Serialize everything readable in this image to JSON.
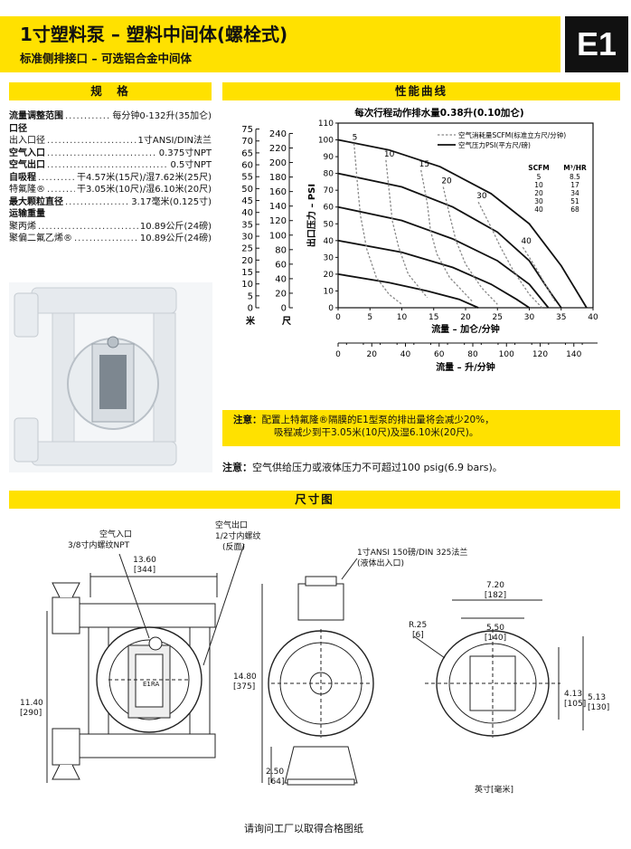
{
  "header": {
    "title": "1寸塑料泵 – 塑料中间体(螺栓式)",
    "subtitle": "标准侧排接口 – 可选铝合金中间体",
    "badge": "E1"
  },
  "specs_section": {
    "heading": "规　格",
    "rows": [
      {
        "label": "流量调整范围",
        "value": "每分钟0-132升(35加仑)",
        "bold": true
      },
      {
        "label": "口径",
        "value": "",
        "bold": true
      },
      {
        "label": "出入口径",
        "value": "1寸ANSI/DIN法兰",
        "bold": false
      },
      {
        "label": "空气入口",
        "value": "0.375寸NPT",
        "bold": true
      },
      {
        "label": "空气出口",
        "value": "0.5寸NPT",
        "bold": true
      },
      {
        "label": "自吸程",
        "value": "干4.57米(15尺)/湿7.62米(25尺)",
        "bold": true
      },
      {
        "label": "特氟隆®",
        "value": "干3.05米(10尺)/湿6.10米(20尺)",
        "bold": false
      },
      {
        "label": "最大颗粒直径",
        "value": "3.17毫米(0.125寸)",
        "bold": true
      },
      {
        "label": "运输重量",
        "value": "",
        "bold": true
      },
      {
        "label": "聚丙烯",
        "value": "10.89公斤(24磅)",
        "bold": false
      },
      {
        "label": "聚偏二氟乙烯®",
        "value": "10.89公斤(24磅)",
        "bold": false
      }
    ]
  },
  "performance_section": {
    "heading": "性能曲线",
    "chart_title": "每次行程动作排水量0.38升(0.10加仑)",
    "left_axis_m_label": "米",
    "left_axis_ft_label": "尺",
    "left_axis_m_ticks": [
      "75",
      "70",
      "65",
      "60",
      "55",
      "50",
      "45",
      "40",
      "35",
      "30",
      "25",
      "20",
      "15",
      "10",
      "5",
      "0"
    ],
    "left_axis_ft_ticks": [
      "240",
      "220",
      "200",
      "180",
      "160",
      "140",
      "120",
      "100",
      "80",
      "60",
      "40",
      "20",
      "0"
    ],
    "legend": {
      "air_consumption": "空气消耗量SCFM(标准立方尺/分钟)",
      "air_pressure": "空气压力PSI(平方尺/磅)"
    },
    "scfm_table": {
      "headers": [
        "SCFM",
        "M³/HR"
      ],
      "rows": [
        [
          "5",
          "8.5"
        ],
        [
          "10",
          "17"
        ],
        [
          "20",
          "34"
        ],
        [
          "30",
          "51"
        ],
        [
          "40",
          "68"
        ]
      ]
    },
    "lpm_xlabel": "流量 – 升/分钟",
    "lpm_ticks": [
      "0",
      "20",
      "40",
      "60",
      "80",
      "100",
      "120",
      "140"
    ]
  },
  "chart_data": {
    "type": "line",
    "title": "每次行程动作排水量0.38升(0.10加仑)",
    "xlabel": "流量 – 加仑/分钟",
    "ylabel": "出口压力 – PSI",
    "xlim": [
      0,
      40
    ],
    "ylim": [
      0,
      110
    ],
    "xticks": [
      "0",
      "5",
      "10",
      "15",
      "20",
      "25",
      "30",
      "35",
      "40"
    ],
    "yticks": [
      "0",
      "10",
      "20",
      "30",
      "40",
      "50",
      "60",
      "70",
      "80",
      "90",
      "100",
      "110"
    ],
    "series": [
      {
        "name": "100",
        "kind": "pressure",
        "points": [
          [
            0,
            100
          ],
          [
            8,
            94
          ],
          [
            16,
            84
          ],
          [
            24,
            68
          ],
          [
            30,
            50
          ],
          [
            35,
            25
          ],
          [
            39,
            0
          ]
        ]
      },
      {
        "name": "80",
        "kind": "pressure",
        "points": [
          [
            0,
            80
          ],
          [
            10,
            72
          ],
          [
            18,
            60
          ],
          [
            25,
            45
          ],
          [
            30,
            28
          ],
          [
            33.5,
            8
          ],
          [
            35,
            0
          ]
        ]
      },
      {
        "name": "60",
        "kind": "pressure",
        "points": [
          [
            0,
            60
          ],
          [
            10,
            52
          ],
          [
            18,
            41
          ],
          [
            25,
            28
          ],
          [
            30,
            14
          ],
          [
            33,
            0
          ]
        ]
      },
      {
        "name": "40",
        "kind": "pressure",
        "points": [
          [
            0,
            40
          ],
          [
            10,
            33
          ],
          [
            18,
            24
          ],
          [
            24,
            14
          ],
          [
            28,
            5
          ],
          [
            30,
            0
          ]
        ]
      },
      {
        "name": "20",
        "kind": "pressure",
        "points": [
          [
            0,
            20
          ],
          [
            8,
            15
          ],
          [
            14,
            10
          ],
          [
            19,
            5
          ],
          [
            22,
            0
          ]
        ]
      },
      {
        "name": "5",
        "kind": "scfm",
        "points": [
          [
            2.5,
            98
          ],
          [
            3,
            75
          ],
          [
            3.5,
            55
          ],
          [
            4.5,
            35
          ],
          [
            6,
            18
          ],
          [
            8,
            8
          ],
          [
            10,
            2
          ]
        ]
      },
      {
        "name": "10",
        "kind": "scfm",
        "points": [
          [
            7.5,
            88
          ],
          [
            8,
            70
          ],
          [
            8.5,
            52
          ],
          [
            9.5,
            36
          ],
          [
            11,
            20
          ],
          [
            14,
            6
          ]
        ]
      },
      {
        "name": "15",
        "kind": "scfm",
        "points": [
          [
            13,
            82
          ],
          [
            14,
            62
          ],
          [
            14.5,
            46
          ],
          [
            15.5,
            32
          ],
          [
            17.5,
            18
          ],
          [
            21,
            4
          ]
        ]
      },
      {
        "name": "20",
        "kind": "scfm",
        "points": [
          [
            16.5,
            72
          ],
          [
            17.5,
            55
          ],
          [
            18.5,
            40
          ],
          [
            20,
            26
          ],
          [
            22.5,
            12
          ],
          [
            25,
            2
          ]
        ]
      },
      {
        "name": "30",
        "kind": "scfm",
        "points": [
          [
            22,
            63
          ],
          [
            24,
            48
          ],
          [
            25.5,
            36
          ],
          [
            27.5,
            22
          ],
          [
            30,
            8
          ],
          [
            32,
            0
          ]
        ]
      },
      {
        "name": "40",
        "kind": "scfm",
        "points": [
          [
            29,
            36
          ],
          [
            31,
            24
          ],
          [
            32.5,
            14
          ],
          [
            34,
            4
          ]
        ]
      }
    ]
  },
  "notes": {
    "note1_label": "注意：",
    "note1_line1": "配置上特氟隆®隔膜的E1型泵的排出量将会减少20%，",
    "note1_line2": "吸程减少到干3.05米(10尺)及湿6.10米(20尺)。",
    "note2_label": "注意：",
    "note2_text": "空气供给压力或液体压力不可超过100 psig(6.9 bars)。"
  },
  "dimensions_section": {
    "heading": "尺寸图",
    "air_inlet_label": "空气入口",
    "air_inlet_thread": "3/8寸内螺纹NPT",
    "air_outlet_label": "空气出口",
    "air_outlet_thread": "1/2寸内螺纹",
    "air_outlet_side": "(反面)",
    "flange_label": "1寸ANSI 150磅/DIN 325法兰",
    "flange_sub": "(液体出入口)",
    "dim_width": "13.60",
    "dim_width_mm": "[344]",
    "dim_height": "11.40",
    "dim_height_mm": "[290]",
    "dim_front_height": "14.80",
    "dim_front_height_mm": "[375]",
    "dim_base": "2.50",
    "dim_base_mm": "[64]",
    "dim_r": "R.25",
    "dim_r_mm": "[6]",
    "dim_side_w1": "7.20",
    "dim_side_w1_mm": "[182]",
    "dim_side_w2": "5.50",
    "dim_side_w2_mm": "[140]",
    "dim_side_h1": "4.13",
    "dim_side_h1_mm": "[105]",
    "dim_side_h2": "5.13",
    "dim_side_h2_mm": "[130]",
    "unit_label": "英寸[毫米]",
    "model_label": "E1RA",
    "footer": "请询问工厂以取得合格图纸"
  }
}
